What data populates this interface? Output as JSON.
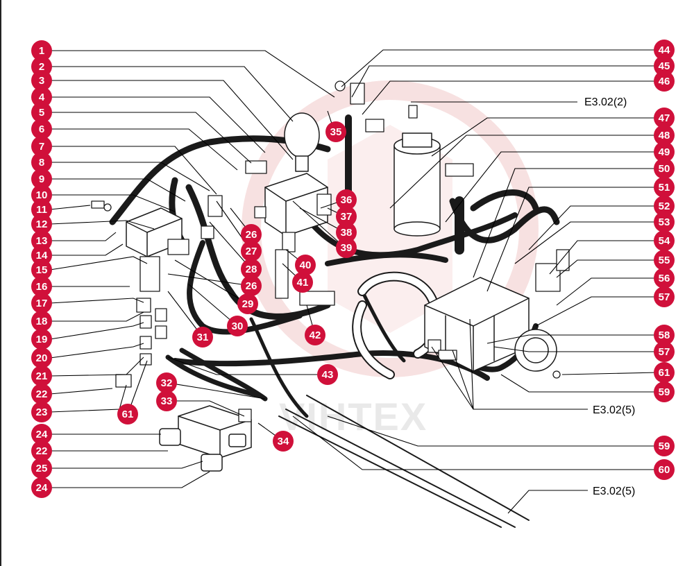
{
  "colors": {
    "callout_fill": "#d0103a",
    "callout_text": "#ffffff",
    "leader": "#000000",
    "hose": "#1a1a1a",
    "watermark": "#f3cfcf"
  },
  "watermark": {
    "text": "VIHTEX"
  },
  "references": [
    {
      "id": "ref-top",
      "text": "E3.02(2)"
    },
    {
      "id": "ref-mid",
      "text": "E3.02(5)"
    },
    {
      "id": "ref-bottom",
      "text": "E3.02(5)"
    }
  ],
  "callouts_left": [
    "1",
    "2",
    "3",
    "4",
    "5",
    "6",
    "7",
    "8",
    "9",
    "10",
    "11",
    "12",
    "13",
    "14",
    "15",
    "16",
    "17",
    "18",
    "19",
    "20",
    "21",
    "22",
    "23",
    "24",
    "22",
    "25",
    "24"
  ],
  "callouts_center": [
    "35",
    "36",
    "37",
    "38",
    "39",
    "26",
    "27",
    "28",
    "26",
    "29",
    "30",
    "31",
    "40",
    "41",
    "42",
    "43",
    "32",
    "33",
    "34",
    "61"
  ],
  "callouts_right": [
    "44",
    "45",
    "46",
    "47",
    "48",
    "49",
    "50",
    "51",
    "52",
    "53",
    "54",
    "55",
    "56",
    "57",
    "58",
    "57",
    "61",
    "59",
    "59",
    "60"
  ]
}
